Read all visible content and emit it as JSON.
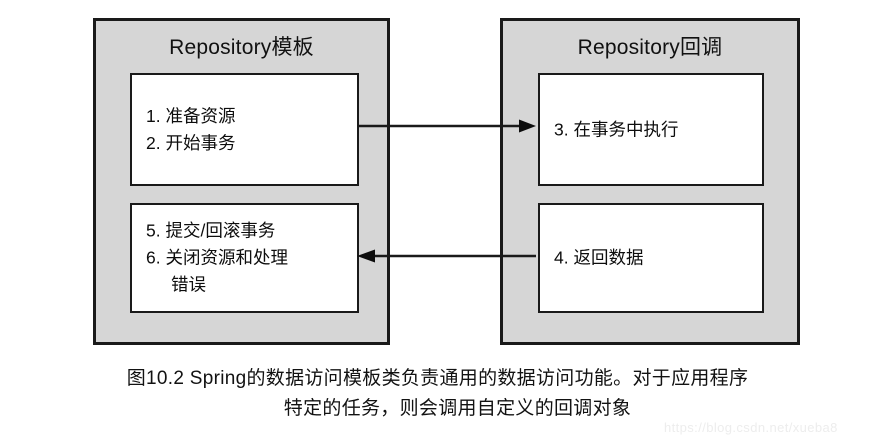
{
  "diagram": {
    "type": "flow-diagram",
    "panels": [
      {
        "id": "repository-template",
        "title": "Repository模板",
        "boxes": [
          {
            "id": "box-steps-1-2",
            "lines": [
              "1. 准备资源",
              "2. 开始事务"
            ]
          },
          {
            "id": "box-steps-5-6",
            "lines": [
              "5. 提交/回滚事务",
              "6. 关闭资源和处理",
              "错误"
            ]
          }
        ]
      },
      {
        "id": "repository-callback",
        "title": "Repository回调",
        "boxes": [
          {
            "id": "box-step-3",
            "lines": [
              "3. 在事务中执行"
            ]
          },
          {
            "id": "box-step-4",
            "lines": [
              "4. 返回数据"
            ]
          }
        ]
      }
    ],
    "arrows": [
      {
        "id": "arrow-template-to-callback",
        "direction": "right",
        "from": "box-steps-1-2",
        "to": "box-step-3"
      },
      {
        "id": "arrow-callback-to-template",
        "direction": "left",
        "from": "box-step-4",
        "to": "box-steps-5-6"
      }
    ],
    "colors": {
      "panel_fill": "#d6d6d6",
      "box_fill": "#ffffff",
      "stroke": "#1a1a1a",
      "text": "#111111",
      "watermark": "#ededed"
    }
  },
  "caption": {
    "line1": "图10.2  Spring的数据访问模板类负责通用的数据访问功能。对于应用程序",
    "line2": "特定的任务，则会调用自定义的回调对象"
  },
  "watermark": {
    "text": "https://blog.csdn.net/xueba8"
  }
}
